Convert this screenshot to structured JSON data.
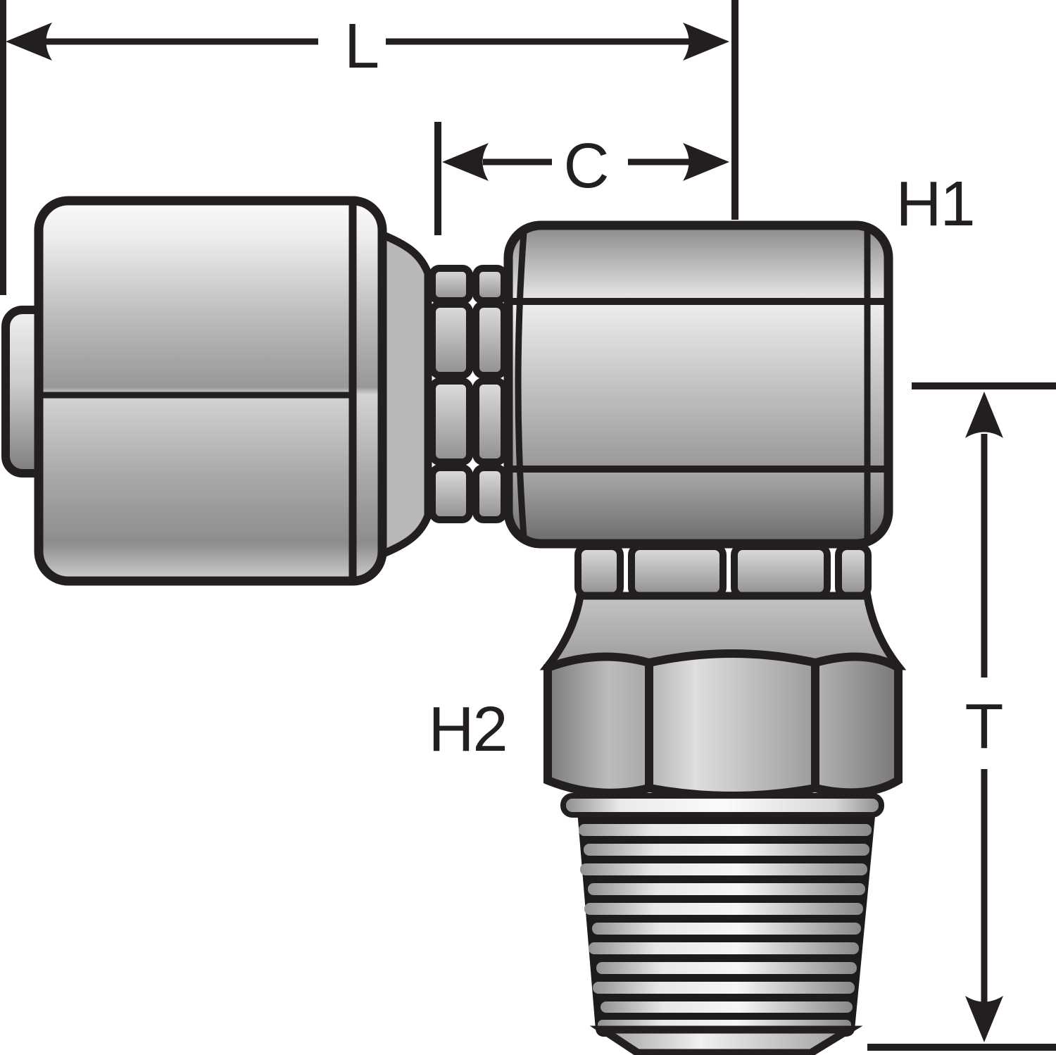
{
  "figure": {
    "kind": "technical dimension drawing",
    "subject": "90-degree swivel elbow hose crimp coupling with male pipe thread",
    "labels": {
      "L": "L",
      "C": "C",
      "H1": "H1",
      "H2": "H2",
      "T": "T"
    },
    "palette": {
      "background": "#ffffff",
      "ink": "#231f20",
      "metal_light": "#f2f2f2",
      "metal_mid": "#9a9a9a",
      "metal_dark": "#6c6c6c"
    }
  }
}
